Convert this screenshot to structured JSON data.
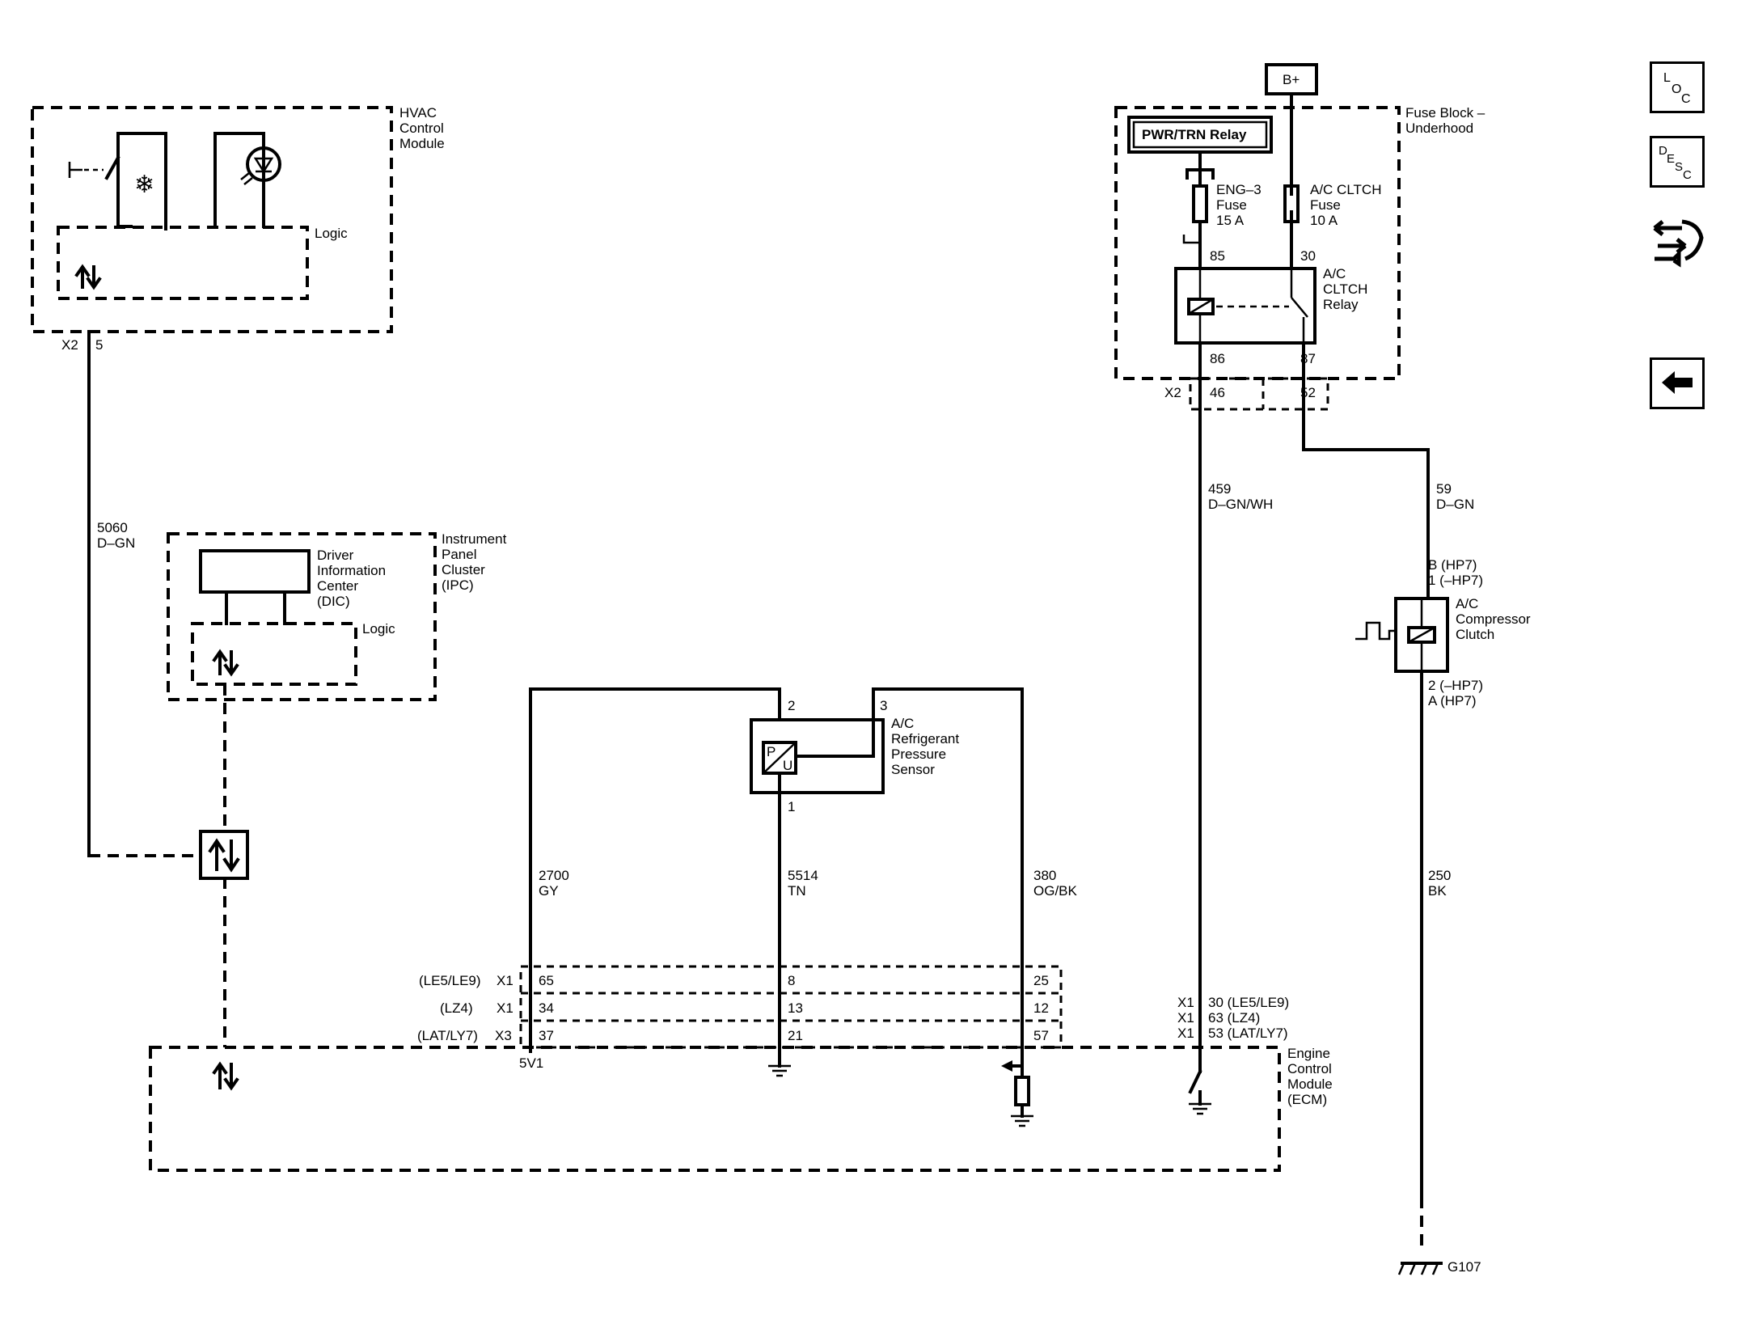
{
  "modules": {
    "hvac": {
      "name": [
        "HVAC",
        "Control",
        "Module"
      ],
      "logic": "Logic",
      "connector": "X2",
      "pin": "5"
    },
    "ipc": {
      "name": [
        "Instrument",
        "Panel",
        "Cluster",
        "(IPC)"
      ],
      "dic": [
        "Driver",
        "Information",
        "Center",
        "(DIC)"
      ],
      "logic": "Logic"
    },
    "fuse_block": {
      "name": [
        "Fuse Block –",
        "Underhood"
      ],
      "battery": "B+",
      "connector": "X2",
      "pins": [
        "46",
        "52"
      ]
    },
    "pwr_relay": {
      "label": "PWR/TRN Relay"
    },
    "eng3_fuse": {
      "lines": [
        "ENG–3",
        "Fuse",
        "15 A"
      ]
    },
    "ac_fuse": {
      "lines": [
        "A/C CLTCH",
        "Fuse",
        "10 A"
      ]
    },
    "ac_relay": {
      "name": [
        "A/C",
        "CLTCH",
        "Relay"
      ],
      "pins": {
        "p85": "85",
        "p30": "30",
        "p86": "86",
        "p87": "87"
      }
    },
    "sensor": {
      "name": [
        "A/C",
        "Refrigerant",
        "Pressure",
        "Sensor"
      ],
      "pins": {
        "p1": "1",
        "p2": "2",
        "p3": "3"
      },
      "symbol": [
        "P",
        "U"
      ]
    },
    "compressor": {
      "name": [
        "A/C",
        "Compressor",
        "Clutch"
      ],
      "pins_top": [
        "B (HP7)",
        "1 (–HP7)"
      ],
      "pins_bottom": [
        "2 (–HP7)",
        "A (HP7)"
      ]
    },
    "ecm": {
      "name": [
        "Engine",
        "Control",
        "Module",
        "(ECM)"
      ],
      "rows": [
        {
          "variant": "(LE5/LE9)",
          "conn": "X1",
          "pins": [
            "65",
            "8",
            "25"
          ]
        },
        {
          "variant": "(LZ4)",
          "conn": "X1",
          "pins": [
            "34",
            "13",
            "12"
          ]
        },
        {
          "variant": "(LAT/LY7)",
          "conn": "X3",
          "pins": [
            "37",
            "21",
            "57"
          ]
        }
      ],
      "right_rows": [
        {
          "conn": "X1",
          "pin": "30 (LE5/LE9)"
        },
        {
          "conn": "X1",
          "pin": "63 (LZ4)"
        },
        {
          "conn": "X1",
          "pin": "53 (LAT/LY7)"
        }
      ],
      "ref": "5V1"
    },
    "ground": {
      "label": "G107"
    }
  },
  "wires": [
    {
      "circuit": "5060",
      "color": "D–GN"
    },
    {
      "circuit": "2700",
      "color": "GY"
    },
    {
      "circuit": "5514",
      "color": "TN"
    },
    {
      "circuit": "380",
      "color": "OG/BK"
    },
    {
      "circuit": "459",
      "color": "D–GN/WH"
    },
    {
      "circuit": "59",
      "color": "D–GN"
    },
    {
      "circuit": "250",
      "color": "BK"
    }
  ],
  "sidebar": {
    "loc": [
      "L",
      "O",
      "C"
    ],
    "desc": [
      "D",
      "E",
      "S",
      "C"
    ]
  }
}
